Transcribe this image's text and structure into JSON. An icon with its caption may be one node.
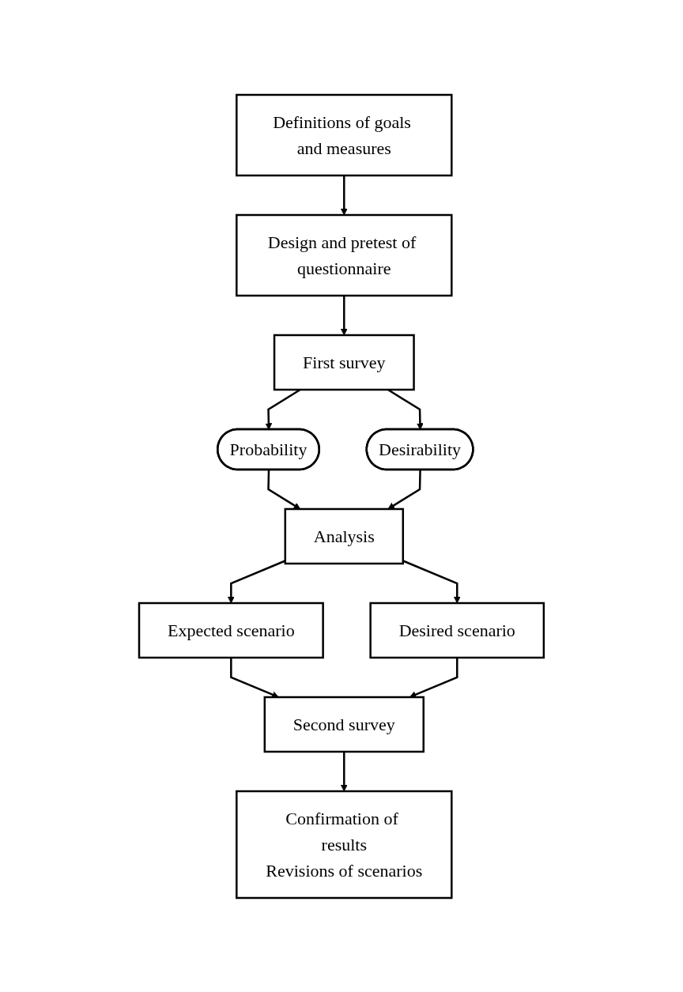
{
  "diagram": {
    "nodes": [
      {
        "text": [
          "Definitions of goals and measures"
        ]
      },
      {
        "text": [
          "Design and pretest of questionnaire"
        ]
      },
      {
        "text": [
          "First survey"
        ]
      },
      {
        "text": [
          "Probability"
        ]
      },
      {
        "text": [
          "Desirability"
        ]
      },
      {
        "text": [
          "Analysis"
        ]
      },
      {
        "text": [
          "Expected scenario"
        ]
      },
      {
        "text": [
          "Desired scenario"
        ]
      },
      {
        "text": [
          "Second survey"
        ]
      },
      {
        "text": [
          "Confirmation of results",
          "Revisions of scenarios"
        ]
      }
    ],
    "edges": [
      {
        "from": 0,
        "to": 1,
        "arrow": "to"
      },
      {
        "from": 1,
        "to": 2,
        "arrow": "to"
      },
      {
        "from": 2,
        "to": 3,
        "arrow": "to"
      },
      {
        "from": 2,
        "to": 4,
        "arrow": "to"
      },
      {
        "from": 3,
        "to": 5,
        "arrow": "to"
      },
      {
        "from": 4,
        "to": 5,
        "arrow": "to"
      },
      {
        "from": 5,
        "to": 6,
        "arrow": "to"
      },
      {
        "from": 5,
        "to": 7,
        "arrow": "to"
      },
      {
        "from": 6,
        "to": 8,
        "arrow": "to"
      },
      {
        "from": 7,
        "to": 8,
        "arrow": "to"
      },
      {
        "from": 8,
        "to": 9,
        "arrow": "to"
      }
    ]
  }
}
